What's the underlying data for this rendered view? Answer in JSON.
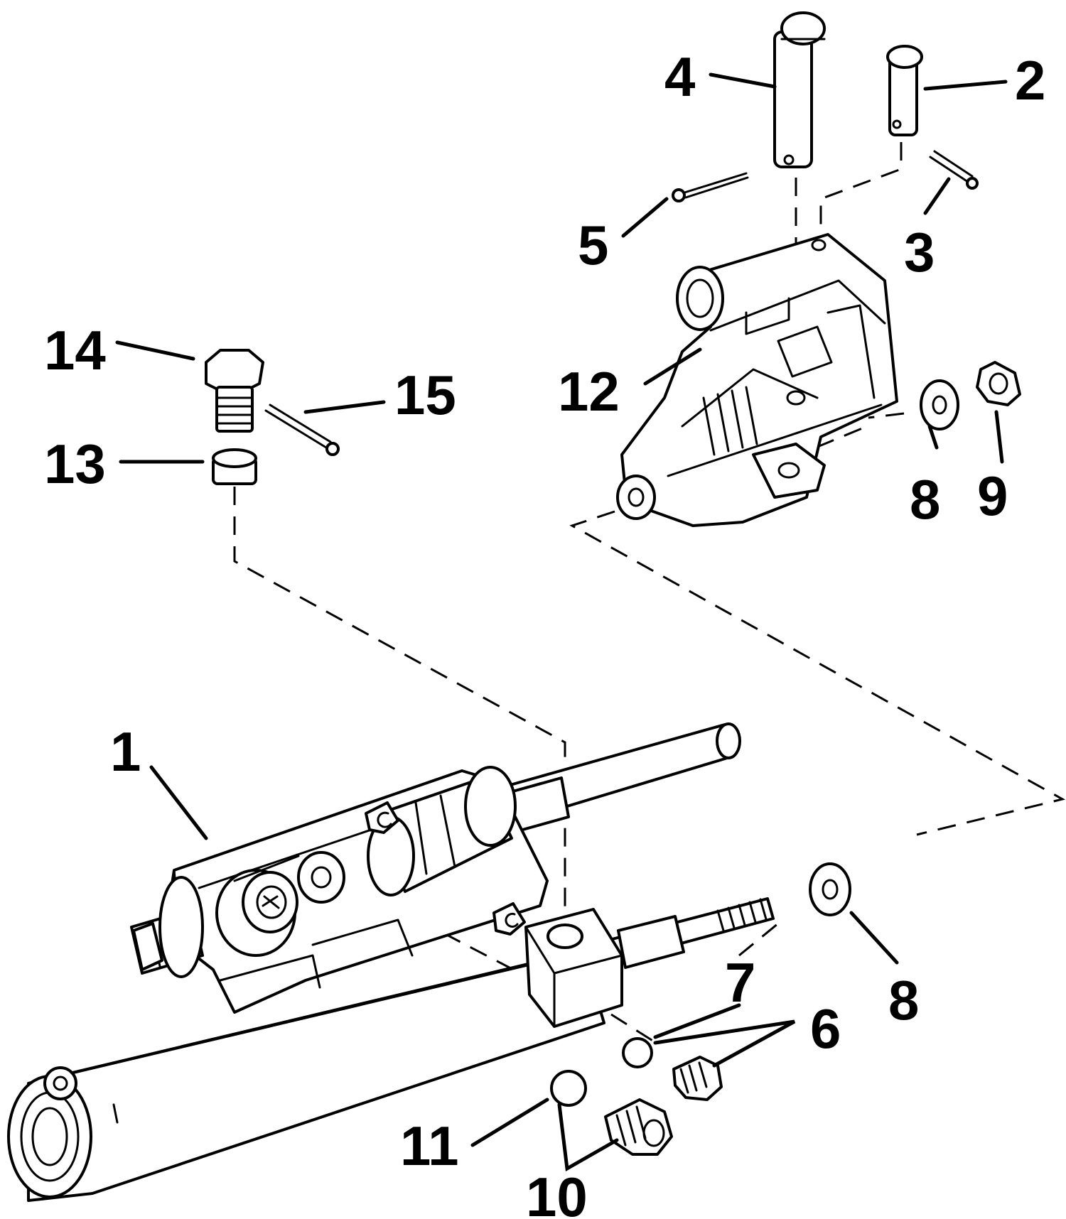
{
  "callouts": {
    "c1": "1",
    "c2": "2",
    "c3": "3",
    "c4": "4",
    "c5": "5",
    "c6": "6",
    "c7": "7",
    "c8a": "8",
    "c8b": "8",
    "c9": "9",
    "c10": "10",
    "c11": "11",
    "c12": "12",
    "c13": "13",
    "c14": "14",
    "c15": "15"
  }
}
